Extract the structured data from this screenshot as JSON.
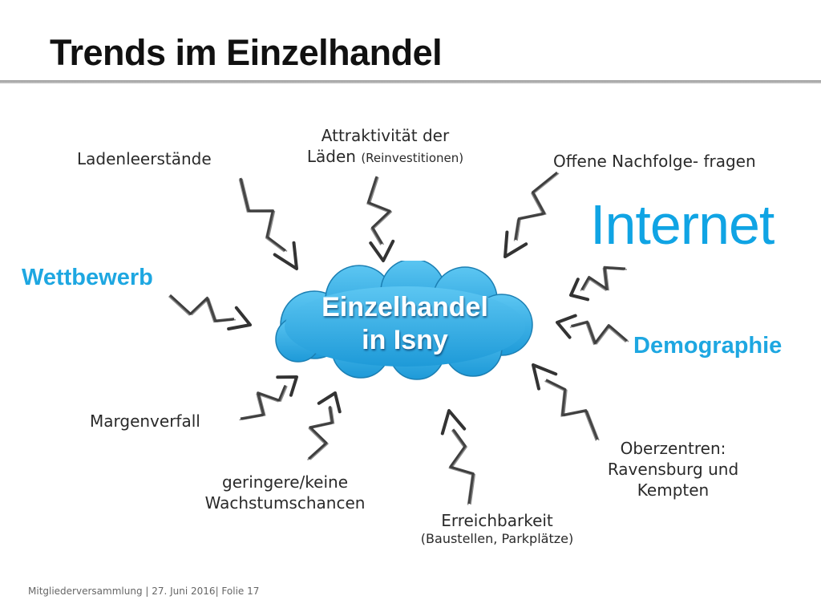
{
  "slide": {
    "title": "Trends im Einzelhandel",
    "footer": "Mitgliederversammlung | 27. Juni 2016| Folie 17"
  },
  "center": {
    "line1": "Einzelhandel",
    "line2": "in Isny"
  },
  "labels": {
    "ladenleerstaende": "Ladenleerstände",
    "attraktivitaet_line1": "Attraktivität der",
    "attraktivitaet_line2": "Läden",
    "attraktivitaet_note": "(Reinvestitionen)",
    "nachfolge": "Offene Nachfolge- fragen",
    "internet": "Internet",
    "wettbewerb": "Wettbewerb",
    "demographie": "Demographie",
    "margenverfall": "Margenverfall",
    "wachstum_line1": "geringere/keine",
    "wachstum_line2": "Wachstumschancen",
    "erreichbarkeit": "Erreichbarkeit",
    "erreichbarkeit_note": "(Baustellen, Parkplätze)",
    "oberzentren_line1": "Oberzentren:",
    "oberzentren_line2": "Ravensburg und",
    "oberzentren_line3": "Kempten"
  },
  "colors": {
    "highlight": "#1ea7e1",
    "cloud_fill": "#3bb2ea",
    "arrow": "#333333"
  },
  "icons": {
    "arrows": "zigzag-arrow-icon",
    "cloud": "cloud-shape"
  }
}
